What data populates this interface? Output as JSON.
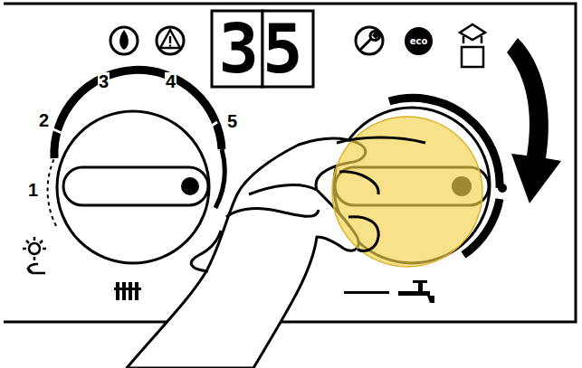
{
  "diagram": {
    "nodes": [
      {
        "text": [
          "35"
        ]
      },
      {
        "text": [
          "eco"
        ]
      }
    ],
    "labels": [
      "1",
      "2",
      "3",
      "4",
      "5"
    ]
  }
}
